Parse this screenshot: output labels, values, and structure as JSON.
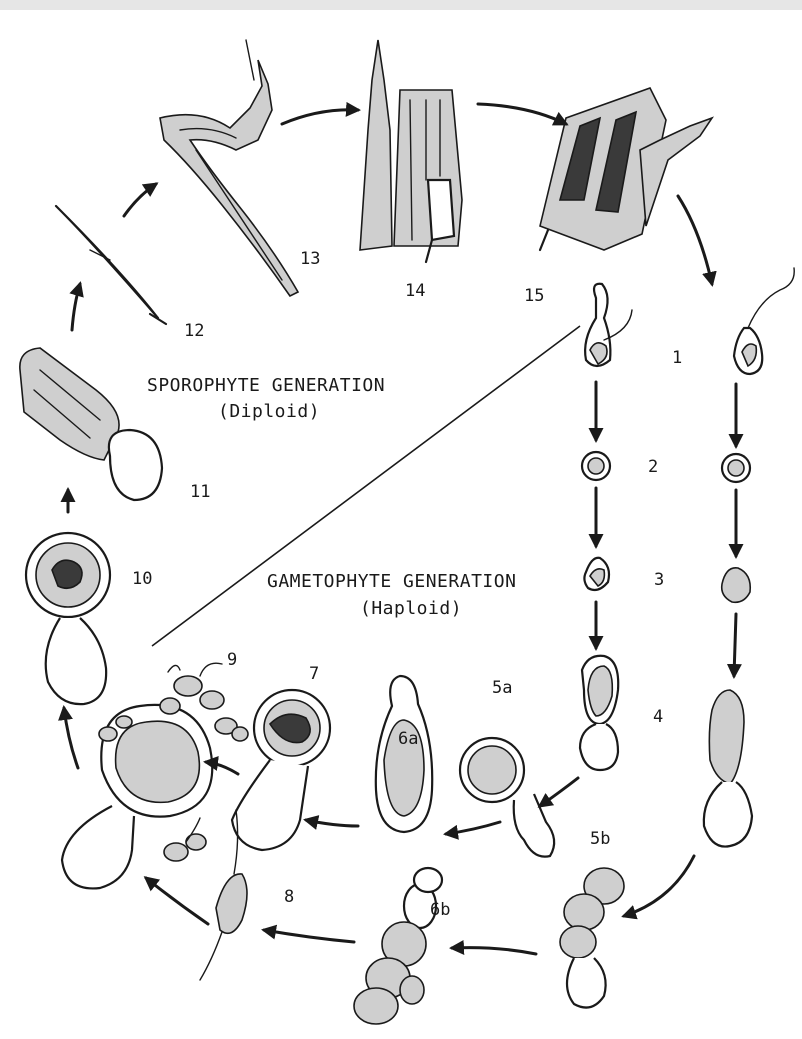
{
  "generations": {
    "sporophyte": {
      "name": "SPOROPHYTE GENERATION",
      "ploidy": "(Diploid)"
    },
    "gametophyte": {
      "name": "GAMETOPHYTE GENERATION",
      "ploidy": "(Haploid)"
    }
  },
  "stages": {
    "s1": "1",
    "s2": "2",
    "s3": "3",
    "s4": "4",
    "s5a": "5a",
    "s5b": "5b",
    "s6a": "6a",
    "s6b": "6b",
    "s7": "7",
    "s8": "8",
    "s9": "9",
    "s10": "10",
    "s11": "11",
    "s12": "12",
    "s13": "13",
    "s14": "14",
    "s15": "15"
  },
  "colors": {
    "ink": "#1a1a1a",
    "background": "#ffffff"
  }
}
